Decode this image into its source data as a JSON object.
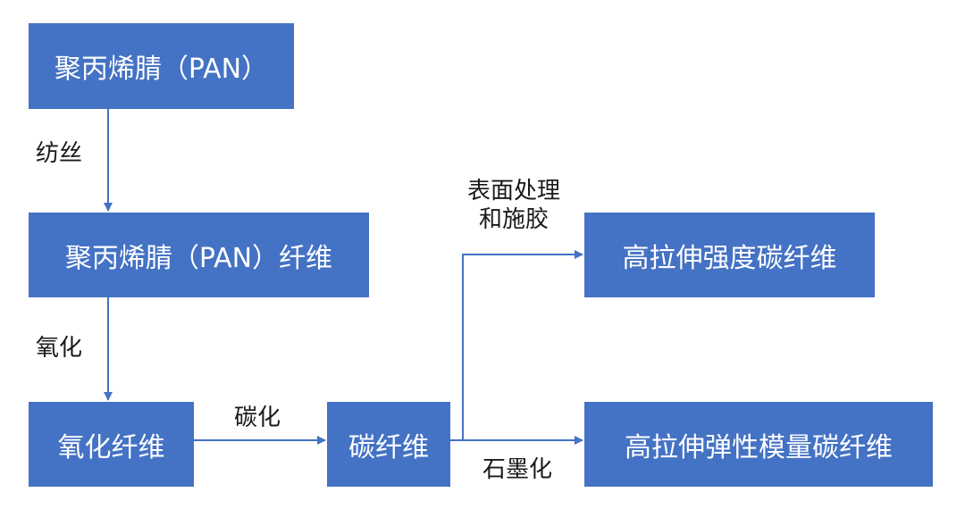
{
  "nodes": {
    "pan": "聚丙烯腈（PAN）",
    "pan_fiber": "聚丙烯腈（PAN）纤维",
    "oxidized_fiber": "氧化纤维",
    "carbon_fiber": "碳纤维",
    "high_strength": "高拉伸强度碳纤维",
    "high_modulus": "高拉伸弹性模量碳纤维"
  },
  "edges": {
    "spinning": "纺丝",
    "oxidation": "氧化",
    "carbonization": "碳化",
    "surface_treatment_line1": "表面处理",
    "surface_treatment_line2": "和施胶",
    "graphitization": "石墨化"
  },
  "colors": {
    "node_fill": "#4472c4",
    "node_text": "#ffffff",
    "arrow": "#4472c4",
    "label_text": "#1a1a1a"
  }
}
